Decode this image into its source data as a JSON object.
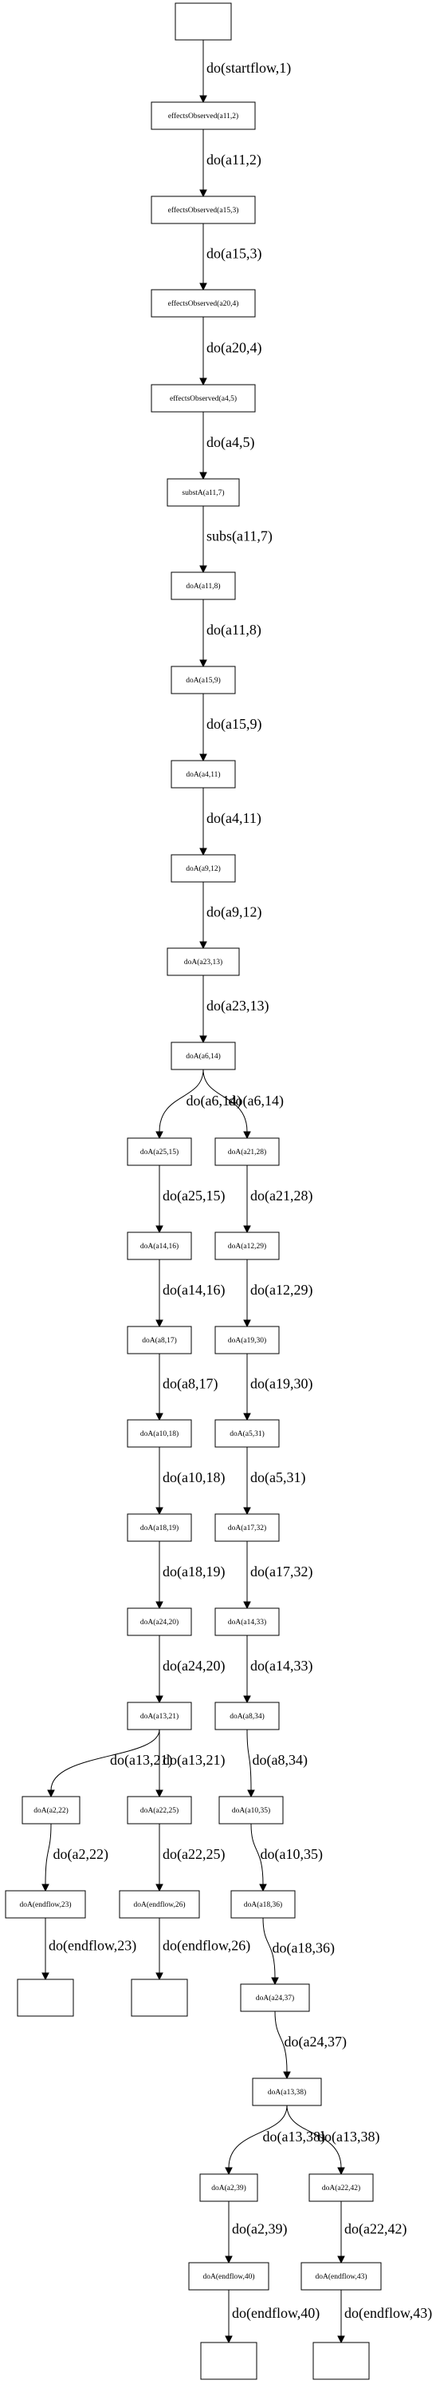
{
  "nodes": [
    {
      "id": "start",
      "label": ""
    },
    {
      "id": "n1",
      "label": "effectsObserved(a11,2)"
    },
    {
      "id": "n2",
      "label": "effectsObserved(a15,3)"
    },
    {
      "id": "n3",
      "label": "effectsObserved(a20,4)"
    },
    {
      "id": "n4",
      "label": "effectsObserved(a4,5)"
    },
    {
      "id": "n5",
      "label": "substA(a11,7)"
    },
    {
      "id": "n6",
      "label": "doA(a11,8)"
    },
    {
      "id": "n7",
      "label": "doA(a15,9)"
    },
    {
      "id": "n8",
      "label": "doA(a4,11)"
    },
    {
      "id": "n9",
      "label": "doA(a9,12)"
    },
    {
      "id": "n10",
      "label": "doA(a23,13)"
    },
    {
      "id": "n11",
      "label": "doA(a6,14)"
    },
    {
      "id": "L1",
      "label": "doA(a25,15)"
    },
    {
      "id": "L2",
      "label": "doA(a14,16)"
    },
    {
      "id": "L3",
      "label": "doA(a8,17)"
    },
    {
      "id": "L4",
      "label": "doA(a10,18)"
    },
    {
      "id": "L5",
      "label": "doA(a18,19)"
    },
    {
      "id": "L6",
      "label": "doA(a24,20)"
    },
    {
      "id": "L7",
      "label": "doA(a13,21)"
    },
    {
      "id": "LL1",
      "label": "doA(a2,22)"
    },
    {
      "id": "LL2",
      "label": "doA(endflow,23)"
    },
    {
      "id": "LL3",
      "label": ""
    },
    {
      "id": "LR1",
      "label": "doA(a22,25)"
    },
    {
      "id": "LR2",
      "label": "doA(endflow,26)"
    },
    {
      "id": "LR3",
      "label": ""
    },
    {
      "id": "R1",
      "label": "doA(a21,28)"
    },
    {
      "id": "R2",
      "label": "doA(a12,29)"
    },
    {
      "id": "R3",
      "label": "doA(a19,30)"
    },
    {
      "id": "R4",
      "label": "doA(a5,31)"
    },
    {
      "id": "R5",
      "label": "doA(a17,32)"
    },
    {
      "id": "R6",
      "label": "doA(a14,33)"
    },
    {
      "id": "R7",
      "label": "doA(a8,34)"
    },
    {
      "id": "R8",
      "label": "doA(a10,35)"
    },
    {
      "id": "R9",
      "label": "doA(a18,36)"
    },
    {
      "id": "R10",
      "label": "doA(a24,37)"
    },
    {
      "id": "R11",
      "label": "doA(a13,38)"
    },
    {
      "id": "RL1",
      "label": "doA(a2,39)"
    },
    {
      "id": "RL2",
      "label": "doA(endflow,40)"
    },
    {
      "id": "RL3",
      "label": ""
    },
    {
      "id": "RR1",
      "label": "doA(a22,42)"
    },
    {
      "id": "RR2",
      "label": "doA(endflow,43)"
    },
    {
      "id": "RR3",
      "label": ""
    }
  ],
  "edges": [
    {
      "from": "start",
      "to": "n1",
      "label": "do(startflow,1)"
    },
    {
      "from": "n1",
      "to": "n2",
      "label": "do(a11,2)"
    },
    {
      "from": "n2",
      "to": "n3",
      "label": "do(a15,3)"
    },
    {
      "from": "n3",
      "to": "n4",
      "label": "do(a20,4)"
    },
    {
      "from": "n4",
      "to": "n5",
      "label": "do(a4,5)"
    },
    {
      "from": "n5",
      "to": "n6",
      "label": "subs(a11,7)"
    },
    {
      "from": "n6",
      "to": "n7",
      "label": "do(a11,8)"
    },
    {
      "from": "n7",
      "to": "n8",
      "label": "do(a15,9)"
    },
    {
      "from": "n8",
      "to": "n9",
      "label": "do(a4,11)"
    },
    {
      "from": "n9",
      "to": "n10",
      "label": "do(a9,12)"
    },
    {
      "from": "n10",
      "to": "n11",
      "label": "do(a23,13)"
    },
    {
      "from": "n11",
      "to": "L1",
      "label": "do(a6,14)"
    },
    {
      "from": "n11",
      "to": "R1",
      "label": "do(a6,14)"
    },
    {
      "from": "L1",
      "to": "L2",
      "label": "do(a25,15)"
    },
    {
      "from": "L2",
      "to": "L3",
      "label": "do(a14,16)"
    },
    {
      "from": "L3",
      "to": "L4",
      "label": "do(a8,17)"
    },
    {
      "from": "L4",
      "to": "L5",
      "label": "do(a10,18)"
    },
    {
      "from": "L5",
      "to": "L6",
      "label": "do(a18,19)"
    },
    {
      "from": "L6",
      "to": "L7",
      "label": "do(a24,20)"
    },
    {
      "from": "L7",
      "to": "LL1",
      "label": "do(a13,21)"
    },
    {
      "from": "L7",
      "to": "LR1",
      "label": "do(a13,21)"
    },
    {
      "from": "LL1",
      "to": "LL2",
      "label": "do(a2,22)"
    },
    {
      "from": "LL2",
      "to": "LL3",
      "label": "do(endflow,23)"
    },
    {
      "from": "LR1",
      "to": "LR2",
      "label": "do(a22,25)"
    },
    {
      "from": "LR2",
      "to": "LR3",
      "label": "do(endflow,26)"
    },
    {
      "from": "R1",
      "to": "R2",
      "label": "do(a21,28)"
    },
    {
      "from": "R2",
      "to": "R3",
      "label": "do(a12,29)"
    },
    {
      "from": "R3",
      "to": "R4",
      "label": "do(a19,30)"
    },
    {
      "from": "R4",
      "to": "R5",
      "label": "do(a5,31)"
    },
    {
      "from": "R5",
      "to": "R6",
      "label": "do(a17,32)"
    },
    {
      "from": "R6",
      "to": "R7",
      "label": "do(a14,33)"
    },
    {
      "from": "R7",
      "to": "R8",
      "label": "do(a8,34)"
    },
    {
      "from": "R8",
      "to": "R9",
      "label": "do(a10,35)"
    },
    {
      "from": "R9",
      "to": "R10",
      "label": "do(a18,36)"
    },
    {
      "from": "R10",
      "to": "R11",
      "label": "do(a24,37)"
    },
    {
      "from": "R11",
      "to": "RL1",
      "label": "do(a13,38)"
    },
    {
      "from": "R11",
      "to": "RR1",
      "label": "do(a13,38)"
    },
    {
      "from": "RL1",
      "to": "RL2",
      "label": "do(a2,39)"
    },
    {
      "from": "RL2",
      "to": "RL3",
      "label": "do(endflow,40)"
    },
    {
      "from": "RR1",
      "to": "RR2",
      "label": "do(a22,42)"
    },
    {
      "from": "RR2",
      "to": "RR3",
      "label": "do(endflow,43)"
    }
  ]
}
